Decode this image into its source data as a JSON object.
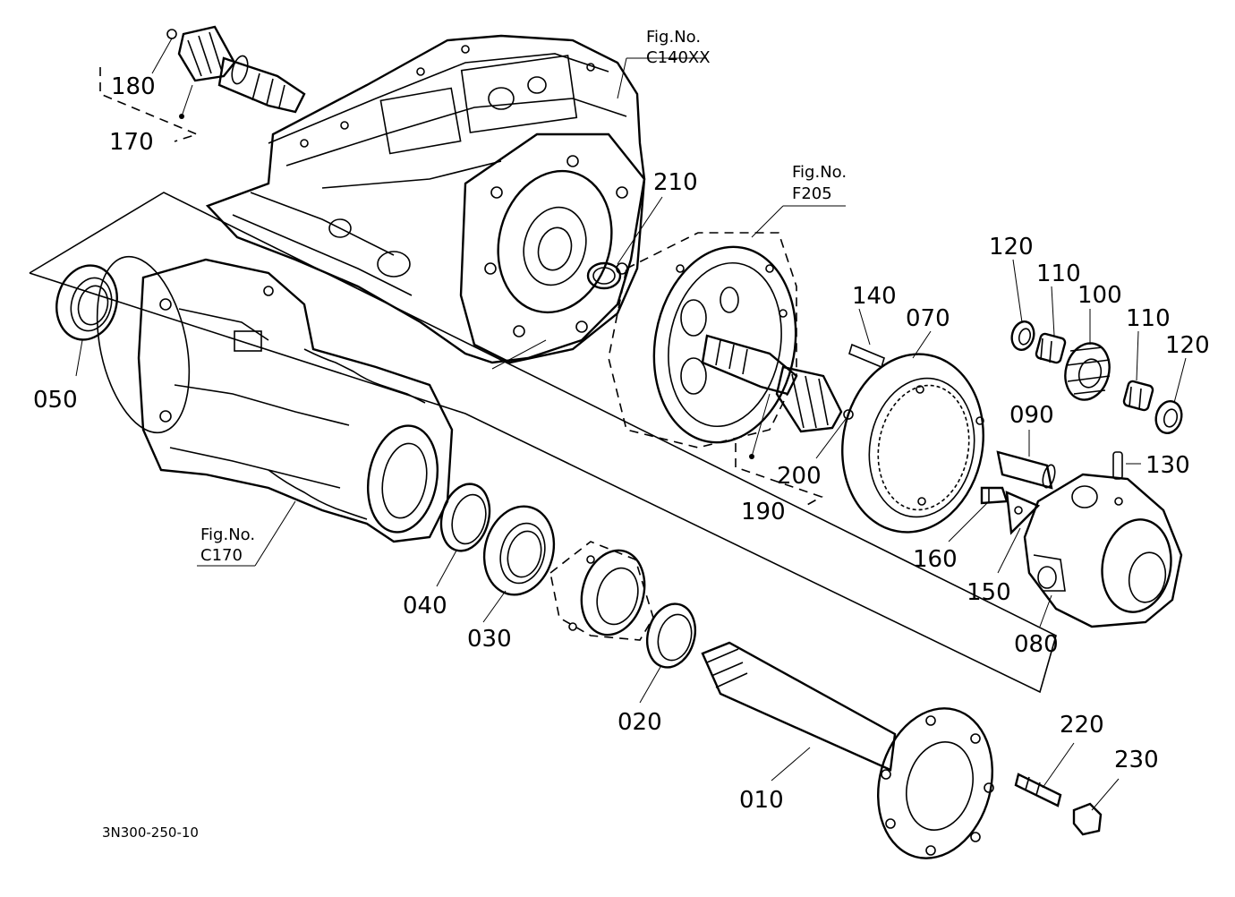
{
  "diagram": {
    "drawing_code": "3N300-250-10",
    "figure_references": [
      {
        "id": "c140xx",
        "line1": "Fig.No.",
        "line2": "C140XX"
      },
      {
        "id": "f205",
        "line1": "Fig.No.",
        "line2": "F205"
      },
      {
        "id": "c170",
        "line1": "Fig.No.",
        "line2": "C170"
      }
    ],
    "part_labels": [
      {
        "id": "p180",
        "text": "180"
      },
      {
        "id": "p170",
        "text": "170"
      },
      {
        "id": "p210",
        "text": "210"
      },
      {
        "id": "p120a",
        "text": "120"
      },
      {
        "id": "p110a",
        "text": "110"
      },
      {
        "id": "p100",
        "text": "100"
      },
      {
        "id": "p110b",
        "text": "110"
      },
      {
        "id": "p120b",
        "text": "120"
      },
      {
        "id": "p140",
        "text": "140"
      },
      {
        "id": "p070",
        "text": "070"
      },
      {
        "id": "p090",
        "text": "090"
      },
      {
        "id": "p130",
        "text": "130"
      },
      {
        "id": "p050",
        "text": "050"
      },
      {
        "id": "p200",
        "text": "200"
      },
      {
        "id": "p190",
        "text": "190"
      },
      {
        "id": "p160",
        "text": "160"
      },
      {
        "id": "p150",
        "text": "150"
      },
      {
        "id": "p080",
        "text": "080"
      },
      {
        "id": "p040",
        "text": "040"
      },
      {
        "id": "p030",
        "text": "030"
      },
      {
        "id": "p020",
        "text": "020"
      },
      {
        "id": "p010",
        "text": "010"
      },
      {
        "id": "p220",
        "text": "220"
      },
      {
        "id": "p230",
        "text": "230"
      }
    ]
  }
}
